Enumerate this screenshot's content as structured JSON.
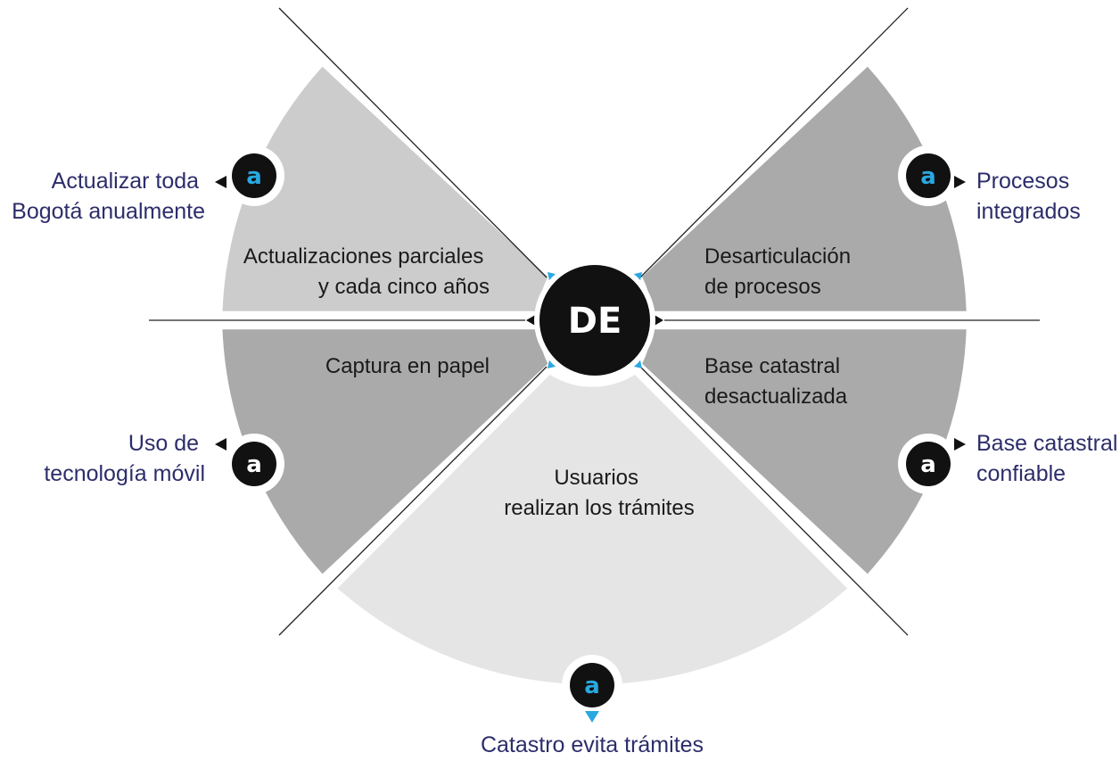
{
  "center": {
    "label": "DE"
  },
  "badge_letter": "a",
  "segments": [
    {
      "id": "upper-left",
      "label_lines": [
        "Actualizaciones parciales",
        "y cada cinco años"
      ],
      "fill": "#cccccc"
    },
    {
      "id": "upper-right",
      "label_lines": [
        "Desarticulación",
        "de procesos"
      ],
      "fill": "#aaaaaa"
    },
    {
      "id": "left",
      "label_lines": [
        "Captura en papel"
      ],
      "fill": "#aaaaaa"
    },
    {
      "id": "right",
      "label_lines": [
        "Base catastral",
        "desactualizada"
      ],
      "fill": "#aaaaaa"
    },
    {
      "id": "bottom",
      "label_lines": [
        "Usuarios",
        "realizan los trámites"
      ],
      "fill": "#e5e5e5"
    }
  ],
  "outcomes": [
    {
      "id": "upper-left",
      "lines": [
        "Actualizar toda",
        "Bogotá anualmente"
      ],
      "badge_style": "blue"
    },
    {
      "id": "upper-right",
      "lines": [
        "Procesos",
        "integrados"
      ],
      "badge_style": "blue"
    },
    {
      "id": "left",
      "lines": [
        "Uso de",
        "tecnología móvil"
      ],
      "badge_style": "white"
    },
    {
      "id": "right",
      "lines": [
        "Base catastral",
        "confiable"
      ],
      "badge_style": "white"
    },
    {
      "id": "bottom",
      "lines": [
        "Catastro evita trámites"
      ],
      "badge_style": "blue"
    }
  ],
  "colors": {
    "accent_blue": "#29a8e0",
    "outcome_text": "#2d2d6b",
    "segment_text": "#1a1a1a",
    "center_fill": "#111111"
  }
}
